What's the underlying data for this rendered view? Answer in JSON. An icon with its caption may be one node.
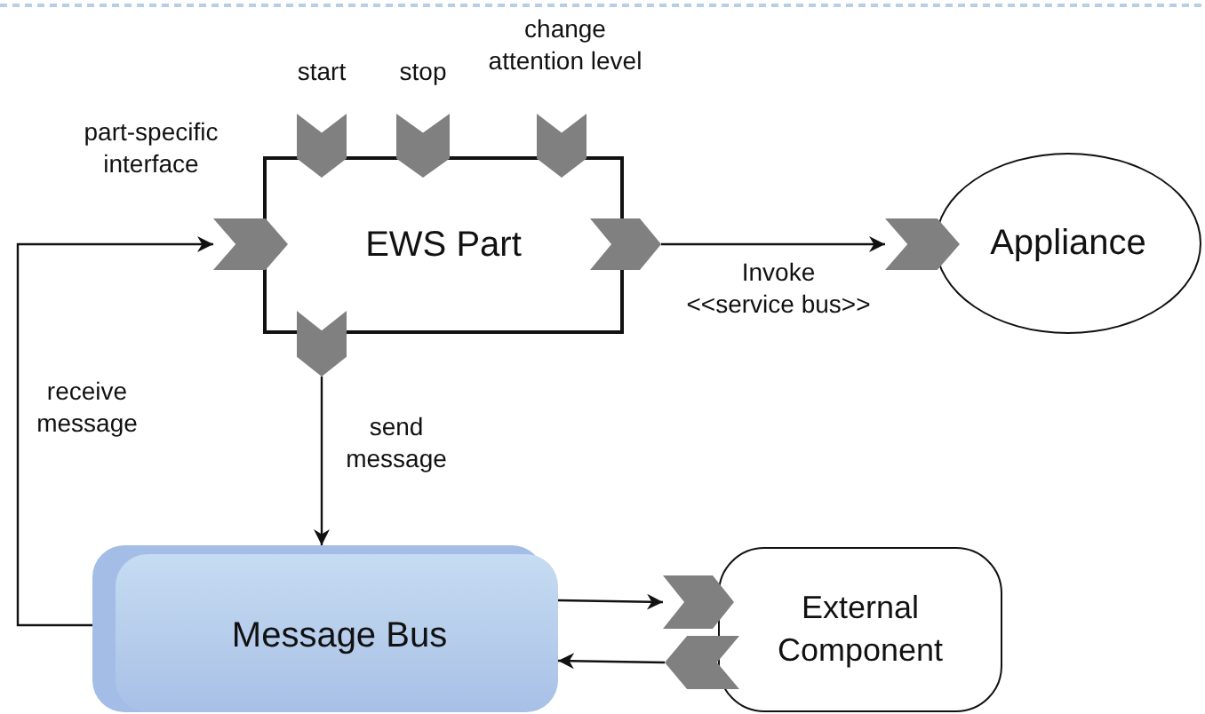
{
  "diagram": {
    "nodes": [
      {
        "text": [
          "EWS Part"
        ]
      },
      {
        "text": [],
        "shape": "chevron",
        "beside": [
          "start"
        ]
      },
      {
        "text": [],
        "shape": "chevron",
        "beside": [
          "stop"
        ]
      },
      {
        "text": [],
        "shape": "chevron",
        "beside": [
          "change attention level"
        ]
      },
      {
        "text": [],
        "shape": "chevron",
        "beside": [
          "part-specific interface"
        ]
      },
      {
        "text": [],
        "shape": "chevron"
      },
      {
        "text": [],
        "shape": "chevron"
      },
      {
        "text": [
          "Appliance"
        ]
      },
      {
        "text": [],
        "shape": "chevron"
      },
      {
        "text": [
          "Message Bus"
        ]
      },
      {
        "text": [
          "External Component"
        ]
      },
      {
        "text": [],
        "shape": "chevron"
      },
      {
        "text": [],
        "shape": "chevron"
      }
    ],
    "edges": [
      {
        "from": 5,
        "to": 8,
        "arrow": "to",
        "label": "Invoke <<service bus>>"
      },
      {
        "from": 6,
        "to": 9,
        "arrow": "to",
        "label": "send message"
      },
      {
        "from": 9,
        "to": 4,
        "arrow": "to",
        "label": "receive message"
      },
      {
        "from": 9,
        "to": 11,
        "arrow": "to"
      },
      {
        "from": 12,
        "to": 9,
        "arrow": "to"
      }
    ]
  }
}
